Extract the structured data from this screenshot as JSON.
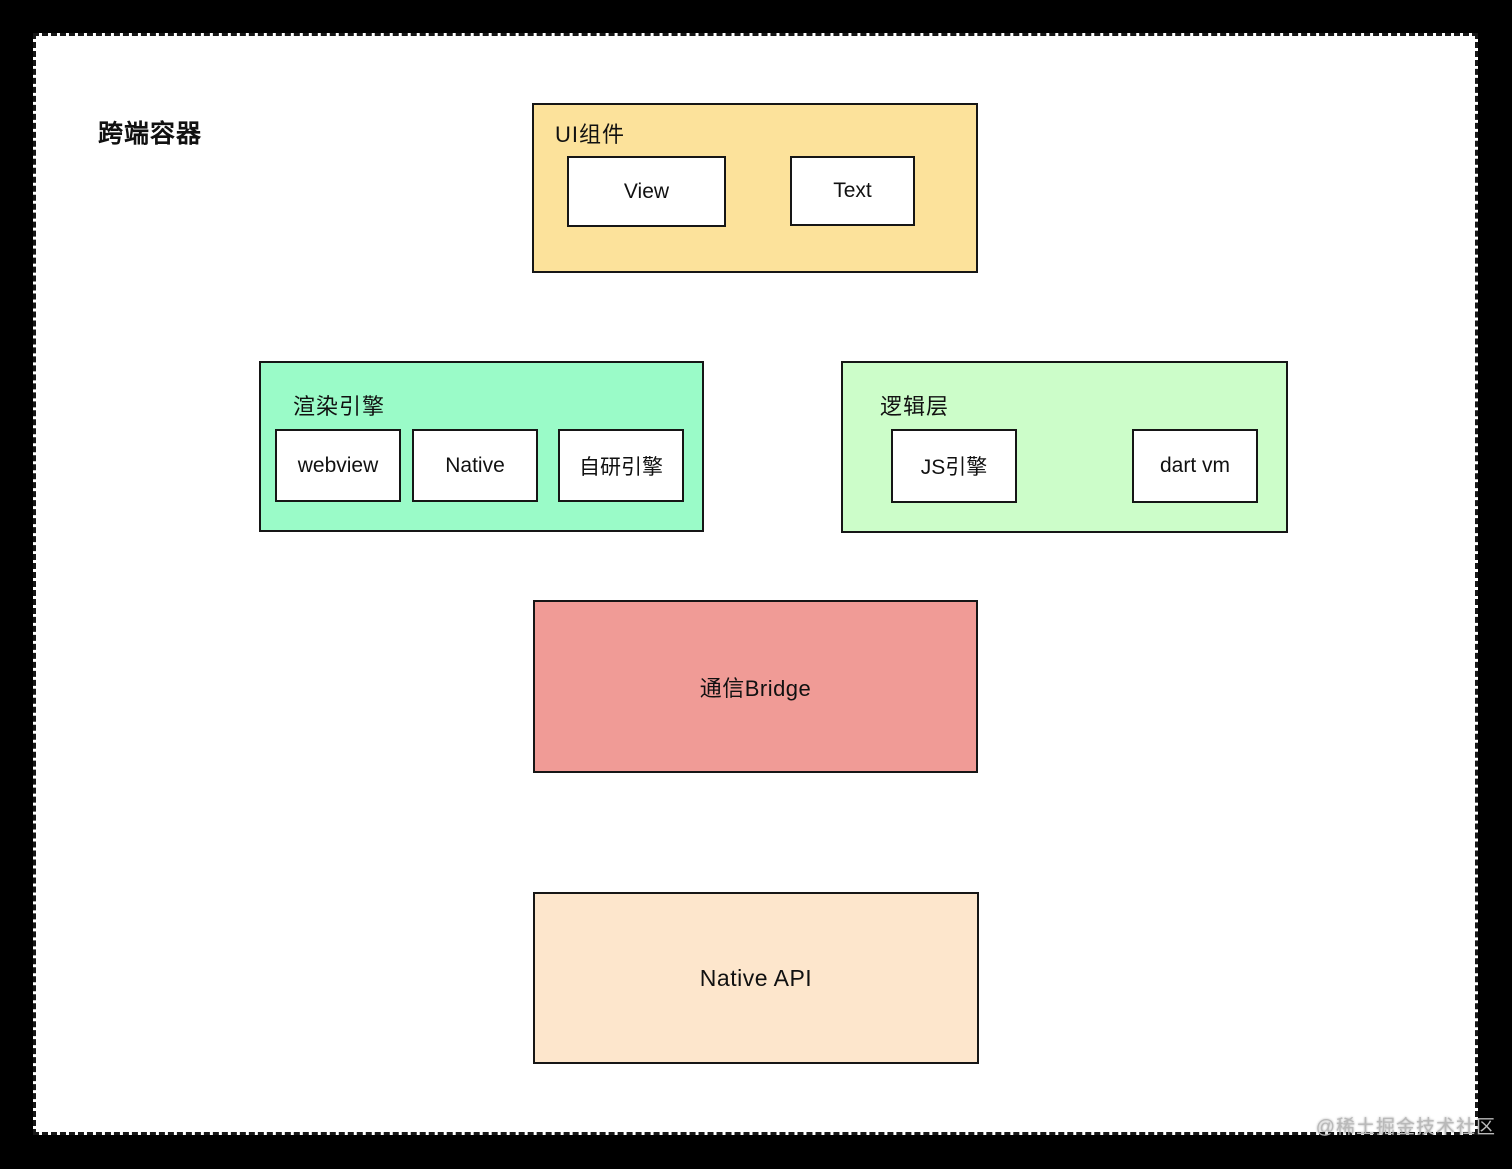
{
  "title": "跨端容器",
  "watermark": "@稀土掘金技术社区",
  "colors": {
    "outside": "#000000",
    "canvas": "#ffffff",
    "line": "#161616",
    "ui_group": "#fce29b",
    "render_group": "#9afbc8",
    "logic_group": "#ccfdc9",
    "bridge": "#f09b96",
    "native_api": "#fde6cc",
    "node_fill": "#ffffff",
    "watermark_color": "#b9b9b9"
  },
  "groups": {
    "ui": {
      "label": "UI组件",
      "items": [
        "View",
        "Text"
      ]
    },
    "render": {
      "label": "渲染引擎",
      "items": [
        "webview",
        "Native",
        "自研引擎"
      ]
    },
    "logic": {
      "label": "逻辑层",
      "items": [
        "JS引擎",
        "dart vm"
      ]
    }
  },
  "blocks": {
    "bridge": {
      "label": "通信Bridge"
    },
    "native_api": {
      "label": "Native API"
    }
  }
}
